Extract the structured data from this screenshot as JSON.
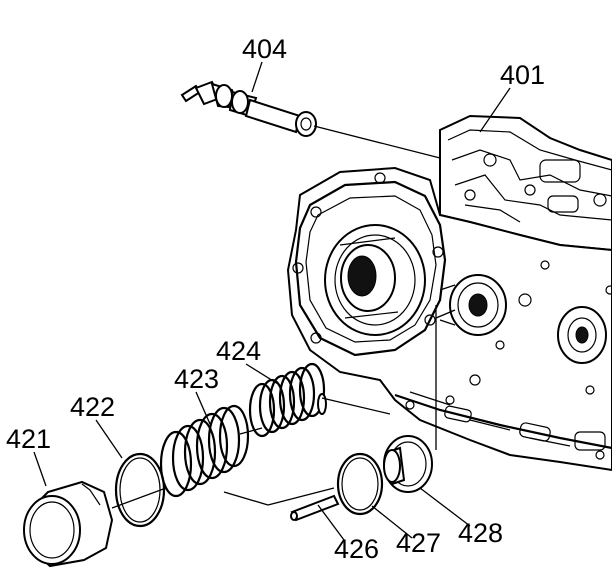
{
  "callouts": {
    "c404": "404",
    "c401": "401",
    "c424": "424",
    "c423": "423",
    "c422": "422",
    "c421": "421",
    "c426": "426",
    "c427": "427",
    "c428": "428"
  }
}
